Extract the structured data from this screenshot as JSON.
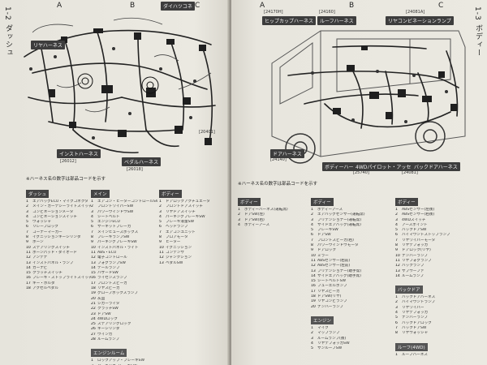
{
  "left_page": {
    "section_title": "ダッシュ",
    "section_number": "1-2",
    "column_letters": [
      "A",
      "B",
      "C"
    ],
    "callouts": [
      {
        "label": "ダイハツコネ"
      },
      {
        "label": "リヤハーネス"
      },
      {
        "label": "インストハーネス"
      },
      {
        "label": "ベダルハーネス"
      }
    ],
    "codes": [
      "[26012]",
      "[26018]",
      "[20401]"
    ],
    "note": "※ハーネス名の数字は部品コードを示す",
    "legend": [
      {
        "heading": "ダッシュ",
        "items": [
          "エアバッグECU・マイクコネクタ",
          "メイン・カーテシーライトスイッチ",
          "コンビネーションメータ",
          "コンビネーションスイッチ",
          "ウォッシャ",
          "リレーブロック",
          "コーナーマーカー",
          "イグニッションキーシリンダ",
          "ホーン",
          "ステアリングスイッチ",
          "ホーンパッド・ダイオード",
          "アンテナ",
          "インストパネル・ランプ",
          "カーナビ",
          "クラッチスイッチ",
          "ブレーキ・ストップライトスイッチ",
          "キー・ホルダ",
          "アクセルペダル"
        ]
      },
      {
        "heading": "メイン",
        "items": [
          "エアコン・ヒーターコントロールSW",
          "フロントワイパーSW",
          "パワーウインドウSW",
          "シートベルト",
          "エンジンECU",
          "サーキットブレーカ",
          "メインヒューズボックス",
          "ブレーキランプSW",
          "パーキングブレーキSW",
          "インストパネル・ライト",
          "ABS・ECU",
          "電子コントロール",
          "フォグランプSW",
          "テールランプ",
          "ハザードSW",
          "ライセンスランプ",
          "フロントスピーカ",
          "リヤスピーカ",
          "グローブボックスランプ",
          "灰皿",
          "シガーライタ",
          "クラッチSW",
          "ドアSW",
          "4WDロック",
          "ステアリングロック",
          "キーシリンダ",
          "ウインカ",
          "ルームランプ"
        ]
      },
      {
        "heading": "ボディー",
        "items": [
          "ドアロックアクチュエータ",
          "フロントドアスイッチ",
          "リヤドアスイッチ",
          "パーキングブレーキSW",
          "ブレーキ液量SW",
          "ヘッドランプ",
          "エアコンユニット",
          "ブロアモータ",
          "ヒーター",
          "イグニッション",
          "コンデンサ",
          "ジャンクション",
          "ベダルSW"
        ]
      }
    ],
    "sub_heading": "エンジンルーム",
    "sub_items": [
      "ロックアップ・ブレーキSW",
      "パーキングブレーキSW",
      "ベルトサインSW"
    ]
  },
  "right_page": {
    "section_title": "ボディー",
    "section_number": "1-3",
    "column_letters": [
      "A",
      "B",
      "C"
    ],
    "callouts": [
      {
        "label": "ヒップカップハーネス"
      },
      {
        "label": "ルーフハーネス"
      },
      {
        "label": "リヤコンビネーションランプ"
      },
      {
        "label": "ドアハーネス"
      },
      {
        "label": "ボディーハーネス"
      },
      {
        "label": "4WDパイロット・アッセ"
      },
      {
        "label": "バックドアハーネス"
      }
    ],
    "codes": [
      "[24170H]",
      "[24160]",
      "[24081A]",
      "[24140]",
      "[25740]",
      "[24081]"
    ],
    "note": "※ハーネス名の数字は部品コードを示す",
    "legend": [
      {
        "heading": "ボディー",
        "items": [
          "ボディーハーネス(運転席)",
          "ドアSW(左)",
          "ドアSW(右)",
          "ボディーアース"
        ]
      },
      {
        "heading": "ボディー",
        "items": [
          "ボディーアース",
          "エアバッグセンサー(運転席)",
          "プリテンショナー(運転席)",
          "サイドエアバッグ(運転席)",
          "ブレーキSW",
          "ドアSW",
          "フロントスピーカ(右)",
          "パワーウインドウモータ",
          "ドアロック",
          "ミラー",
          "ABSセンサー(右前)",
          "ABSセンサー(左前)",
          "プリテンショナー(助手席)",
          "サイドエアバッグ(助手席)",
          "シートベルトSW",
          "フューエルポンプ",
          "リヤスピーカ",
          "ドアSW(リヤ)",
          "リヤコンビランプ",
          "ナンバーランプ"
        ]
      },
      {
        "heading": "ボディー",
        "items": [
          "ABSセンサー(左後)",
          "ABSセンサー(右後)",
          "4WDスイッチ",
          "アースポイント",
          "バックドアSW",
          "ハイマウントストップランプ",
          "リヤワイパーモータ",
          "リヤデフォッガ",
          "ドアロック(リヤ)",
          "ナンバーランプ",
          "リヤフォグランプ",
          "バックランプ",
          "サブウーファ",
          "ルームランプ"
        ]
      }
    ],
    "sub_heading_b": "エンジン",
    "sub_items_b": [
      "マイク",
      "マップランプ",
      "ルームランプ(後)",
      "リヤデフォッガSW",
      "サンルーフSW"
    ],
    "sub_heading_c": "バックドア",
    "sub_items_c": [
      "バックドアハーネス",
      "ハイマウントランプ",
      "リヤワイパー",
      "リヤデフォッガ",
      "ナンバーランプ",
      "バックドアロック",
      "バックドアSW",
      "リヤウォッシャ"
    ],
    "sub_heading_c2": "ルーフ(4WD)",
    "sub_items_c2": [
      "ルーフハーネス"
    ]
  }
}
